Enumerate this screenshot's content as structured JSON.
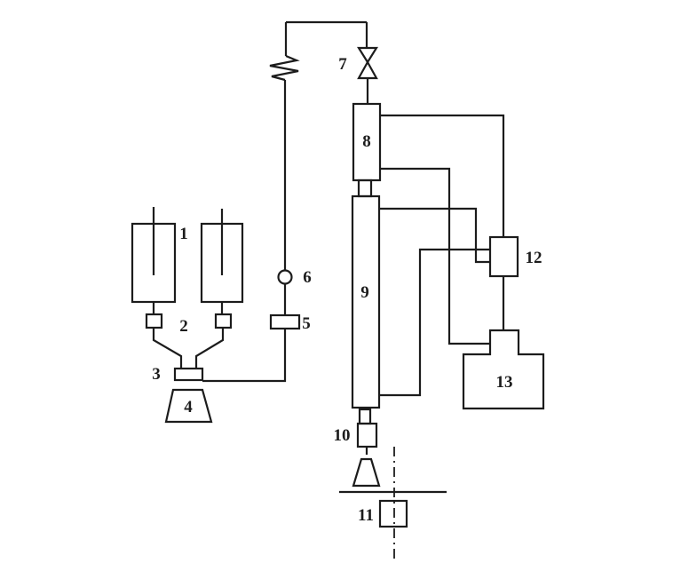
{
  "diagram": {
    "type": "laboratory-apparatus-flow-schematic",
    "background_color": "#ffffff",
    "line_color": "#1c1c1c",
    "component_labels": [
      {
        "shape": "cylinder-vessel-pair",
        "text": "1"
      },
      {
        "shape": "small-regulator-box",
        "text": "2"
      },
      {
        "shape": "mixing-junction-box",
        "text": "3"
      },
      {
        "shape": "conical-flask",
        "text": "4"
      },
      {
        "shape": "inline-box",
        "text": "5"
      },
      {
        "shape": "circle-gauge",
        "text": "6"
      },
      {
        "shape": "bowtie-valve",
        "text": "7"
      },
      {
        "shape": "upper-column",
        "text": "8"
      },
      {
        "shape": "main-column",
        "text": "9"
      },
      {
        "shape": "outlet-fitting",
        "text": "10"
      },
      {
        "shape": "collector-box-on-axis",
        "text": "11"
      },
      {
        "shape": "small-instrument-box",
        "text": "12"
      },
      {
        "shape": "recorder-unit",
        "text": "13"
      }
    ]
  }
}
